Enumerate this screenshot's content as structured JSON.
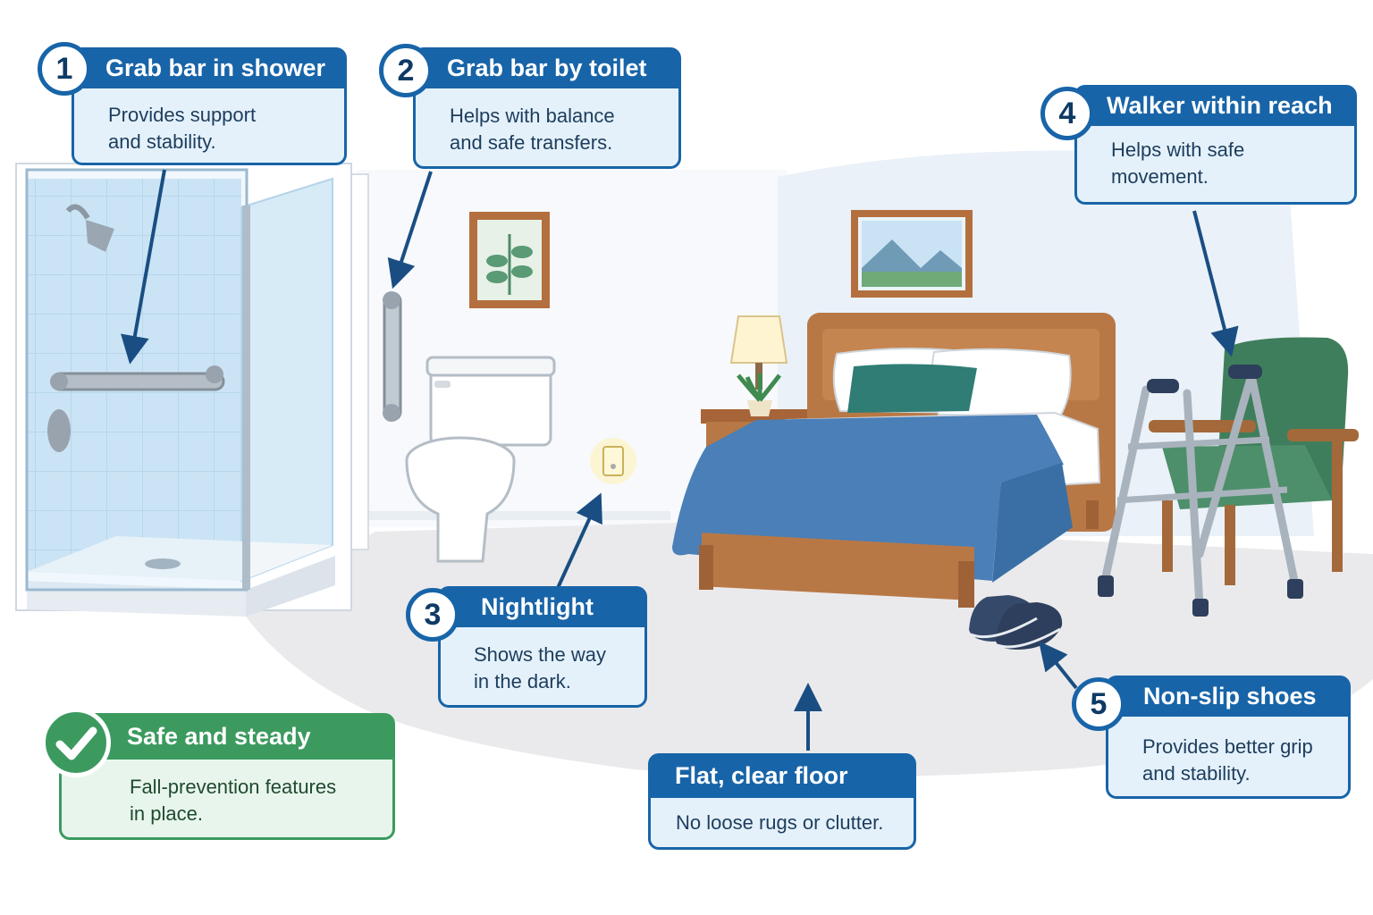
{
  "callouts": {
    "c1": {
      "number": "1",
      "title": "Grab bar in shower",
      "line1": "Provides support",
      "line2": "and stability."
    },
    "c2": {
      "number": "2",
      "title": "Grab bar by toilet",
      "line1": "Helps with balance",
      "line2": "and safe transfers."
    },
    "c3": {
      "number": "3",
      "title": "Nightlight",
      "line1": "Shows the way",
      "line2": "in the dark."
    },
    "c4": {
      "number": "4",
      "title": "Walker within reach",
      "line1": "Helps with safe",
      "line2": "movement."
    },
    "c5": {
      "number": "5",
      "title": "Non-slip shoes",
      "line1": "Provides better grip",
      "line2": "and stability."
    },
    "floor": {
      "title": "Flat, clear floor",
      "line1": "No loose rugs or clutter."
    },
    "safe": {
      "title": "Safe and steady",
      "line1": "Fall-prevention features",
      "line2": "in place."
    }
  },
  "icons": {
    "check": "check-icon",
    "arrow": "arrow-icon"
  },
  "colors": {
    "callout_blue": "#1864a8",
    "callout_fill": "#e4f1fb",
    "safe_green": "#3c9a5f",
    "blanket_blue": "#4a7fb8",
    "chair_green": "#3f7e5c",
    "wood": "#b87846"
  }
}
